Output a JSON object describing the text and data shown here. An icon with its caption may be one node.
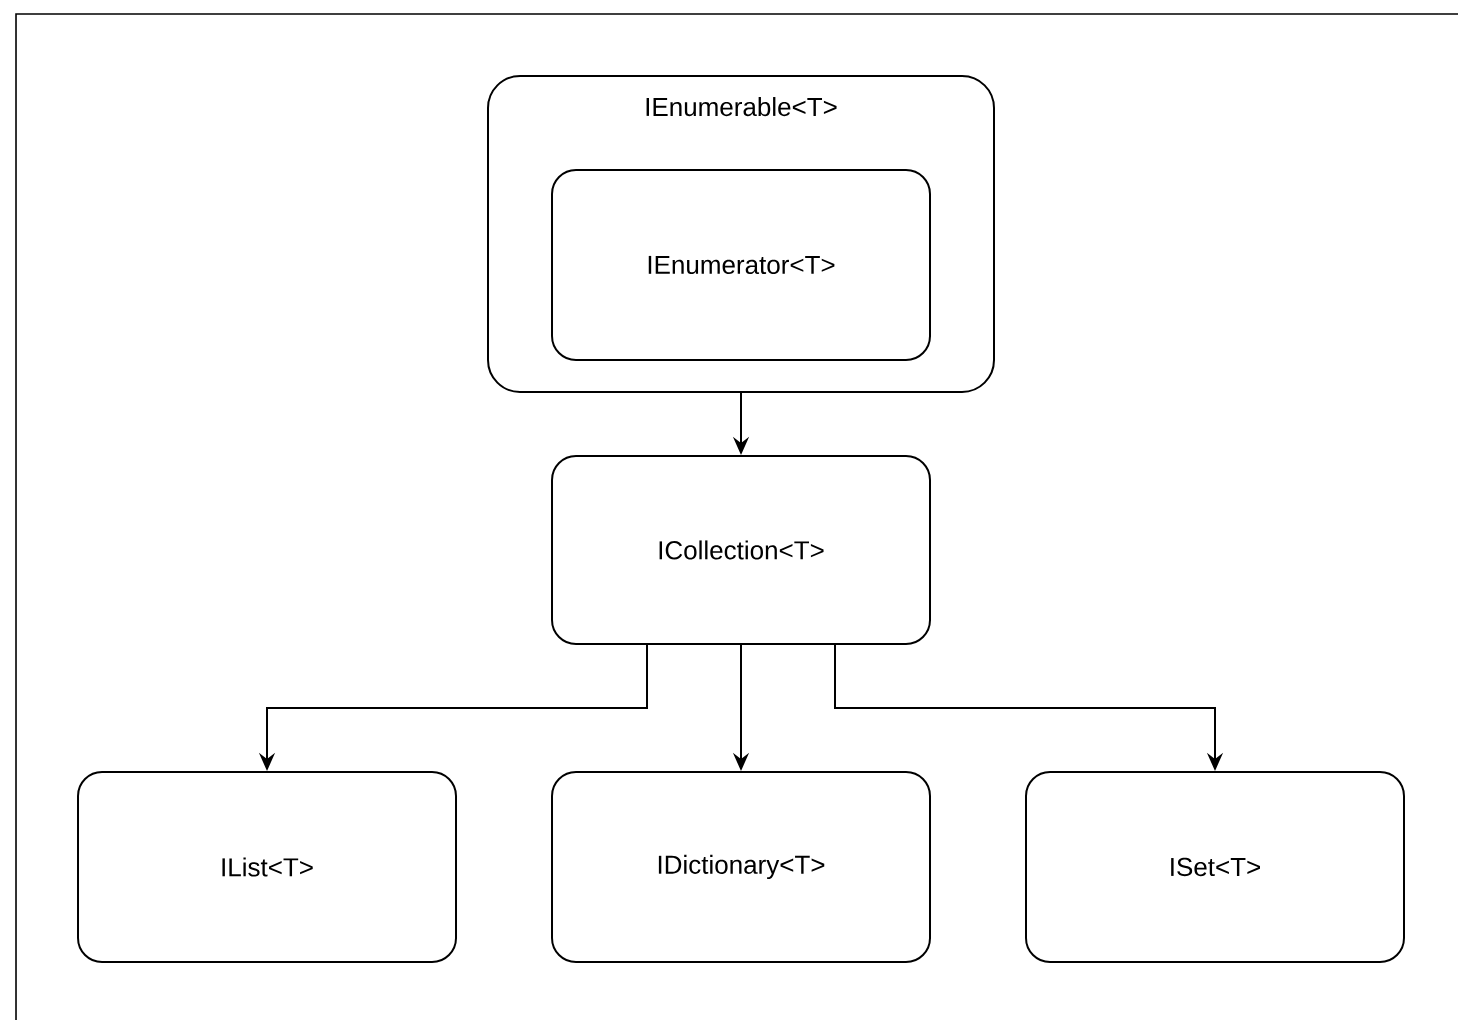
{
  "diagram": {
    "nodes": [
      {
        "text": [
          "IEnumerable<T>"
        ]
      },
      {
        "text": [
          "IEnumerator<T>"
        ],
        "in": 0
      },
      {
        "text": [
          "ICollection<T>"
        ]
      },
      {
        "text": [
          "IList<T>"
        ]
      },
      {
        "text": [
          "IDictionary<T>"
        ]
      },
      {
        "text": [
          "ISet<T>"
        ]
      }
    ],
    "edges": [
      {
        "from": 0,
        "to": 2,
        "arrow": "to"
      },
      {
        "from": 2,
        "to": 3,
        "arrow": "to"
      },
      {
        "from": 2,
        "to": 4,
        "arrow": "to"
      },
      {
        "from": 2,
        "to": 5,
        "arrow": "to"
      }
    ]
  }
}
